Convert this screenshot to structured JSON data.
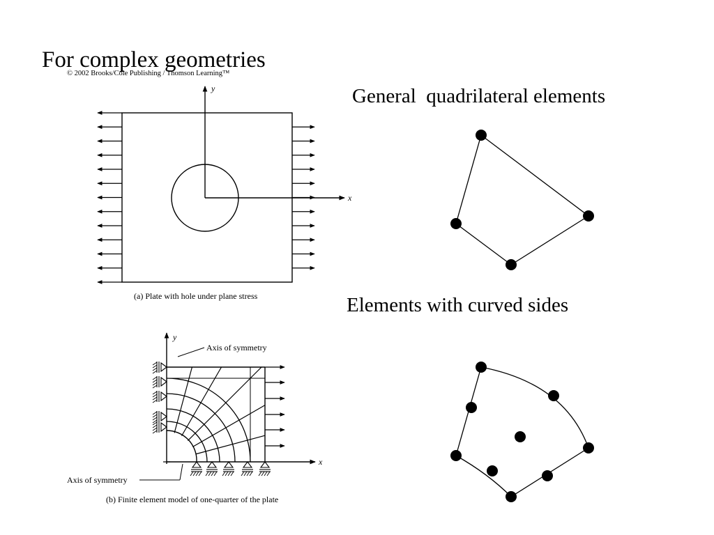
{
  "slide": {
    "title": "For complex geometries",
    "copyright": "© 2002 Brooks/Cole Publishing / Thomson Learning™"
  },
  "figure_a": {
    "x_label": "x",
    "y_label": "y",
    "caption": "(a)  Plate with hole under plane stress"
  },
  "figure_b": {
    "y_label": "y",
    "x_label": "x",
    "top_callout": "Axis of symmetry",
    "bottom_callout": "Axis of symmetry",
    "caption": "(b)  Finite element model of one-quarter of the plate"
  },
  "quad_element": {
    "heading": "General  quadrilateral elements"
  },
  "curved_element": {
    "heading": "Elements with curved sides"
  }
}
